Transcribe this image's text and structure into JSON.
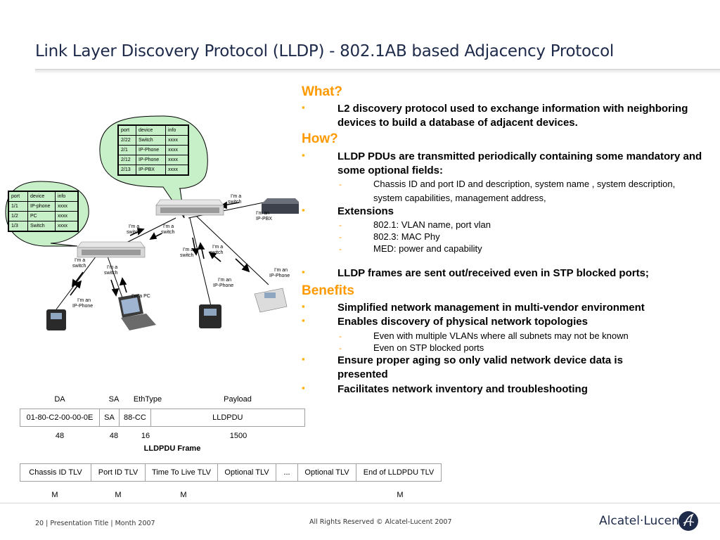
{
  "slide": {
    "title": "Link Layer Discovery Protocol (LLDP) - 802.1AB based Adjacency Protocol"
  },
  "right": {
    "what_heading": "What?",
    "what_bullet": "L2 discovery protocol used to exchange information with neighboring devices to build a database of adjacent devices.",
    "how_heading": "How?",
    "how_bullet1": "LLDP PDUs are transmitted periodically containing  some mandatory and some optional fields:",
    "how_sub1": "Chassis ID and port ID and description, system name , system description, system capabilities, management address,",
    "how_bullet2": "Extensions",
    "ext_items": [
      "802.1: VLAN name, port vlan",
      "802.3: MAC Phy",
      "MED: power and capability"
    ],
    "how_bullet3": "LLDP frames are sent out/received even in STP blocked ports;",
    "benefits_heading": "Benefits",
    "benefit1": "Simplified network management in multi-vendor environment",
    "benefit2": "Enables discovery of physical network topologies",
    "benefit2_subs": [
      "Even with multiple VLANs where all subnets may not be known",
      "Even on STP blocked ports"
    ],
    "benefit3": "Ensure proper aging so only valid network device data is presented",
    "benefit4": "Facilitates network inventory and troubleshooting"
  },
  "diagram": {
    "top_table": {
      "headers": [
        "port",
        "device",
        "info"
      ],
      "rows": [
        [
          "2/22",
          "Switch",
          "xxxx"
        ],
        [
          "2/1",
          "IP-Phone",
          "xxxx"
        ],
        [
          "2/12",
          "IP-Phone",
          "xxxx"
        ],
        [
          "2/13",
          "IP-PBX",
          "xxxx"
        ]
      ]
    },
    "left_table": {
      "headers": [
        "port",
        "device",
        "info"
      ],
      "rows": [
        [
          "1/1",
          "IP-phone",
          "xxxx"
        ],
        [
          "1/2",
          "PC",
          "xxxx"
        ],
        [
          "1/3",
          "Switch",
          "xxxx"
        ]
      ]
    },
    "labels": {
      "im_a": "I’m a",
      "im_an": "I’m an",
      "switch": "switch",
      "ip_pbx": "IP-PBX",
      "ip_phone": "IP-Phone",
      "im_a_pc": "I’m a PC"
    }
  },
  "frame": {
    "top_labels": [
      "DA",
      "SA",
      "EthType",
      "Payload"
    ],
    "cells": [
      "01-80-C2-00-00-0E",
      "SA",
      "88-CC",
      "LLDPDU"
    ],
    "sizes": [
      "48",
      "48",
      "16",
      "1500"
    ],
    "caption": "LLDPDU Frame"
  },
  "tlv": {
    "cells": [
      "Chassis ID TLV",
      "Port ID TLV",
      "Time To Live TLV",
      "Optional TLV",
      "...",
      "Optional TLV",
      "End of LLDPDU TLV"
    ],
    "marks": [
      "M",
      "M",
      "M",
      "M"
    ]
  },
  "footer": {
    "left": "20 | Presentation Title | Month 2007",
    "center": "All Rights Reserved © Alcatel-Lucent 2007",
    "logo": "Alcatel·Lucent"
  },
  "colors": {
    "heading": "#ff9900",
    "bubble": "#c8f0c8",
    "title": "#1e2a4a"
  }
}
